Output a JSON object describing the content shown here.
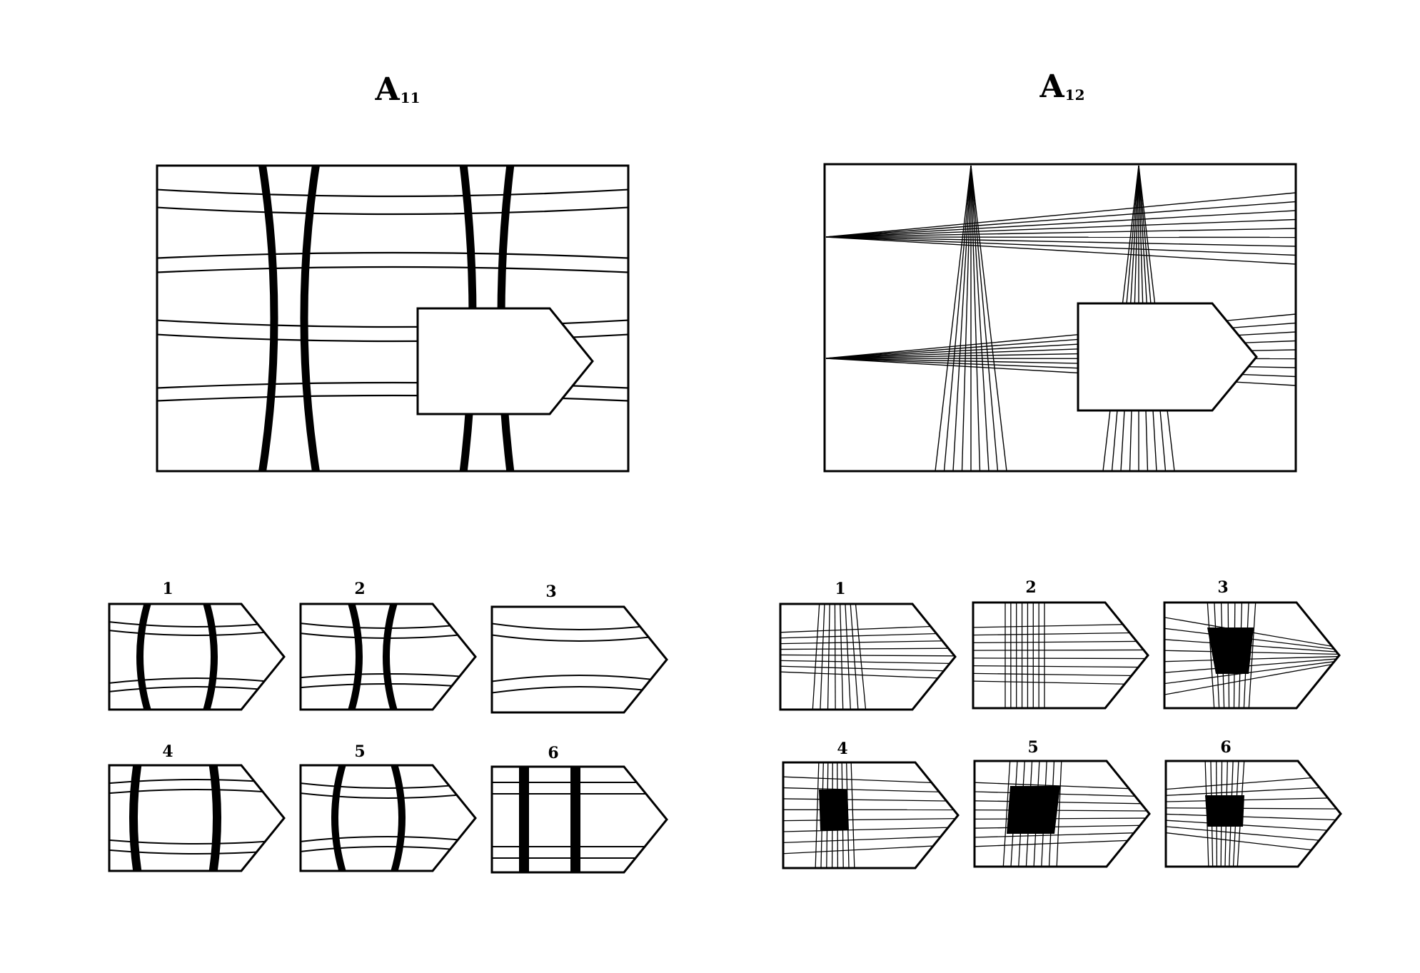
{
  "problems": [
    {
      "id": "A11",
      "title_letter": "A",
      "title_sub": "11",
      "option_labels": [
        "1",
        "2",
        "3",
        "4",
        "5",
        "6"
      ]
    },
    {
      "id": "A12",
      "title_letter": "A",
      "title_sub": "12",
      "option_labels": [
        "1",
        "2",
        "3",
        "4",
        "5",
        "6"
      ]
    }
  ],
  "colors": {
    "ink": "#000000",
    "paper": "#ffffff"
  }
}
